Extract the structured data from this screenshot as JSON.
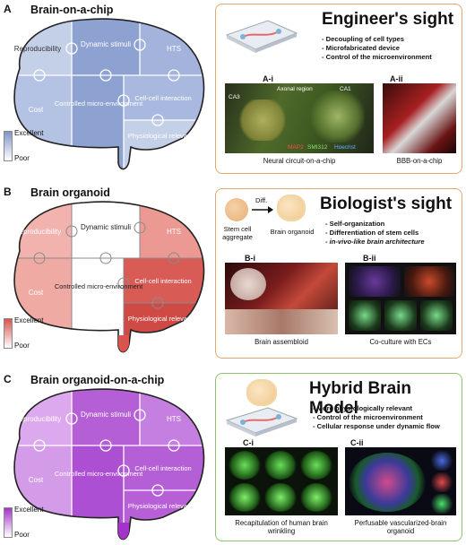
{
  "rows": [
    {
      "letter": "A",
      "title": "Brain-on-a-chip",
      "legend_top": "Excellent",
      "legend_bottom": "Poor",
      "pieces": {
        "reproducibility": "Reproducibility",
        "dynamic": "Dynamic stimuli",
        "hts": "HTS",
        "cost": "Cost",
        "controlled": "Controlled micro-environment",
        "cellcell": "Cell-cell interaction",
        "physio": "Physiological relevance"
      },
      "colors": {
        "accent": "#7f95c8",
        "reproducibility": "#c4cfe8",
        "dynamic": "#8ea2d2",
        "hts": "#a3b3dc",
        "cost": "#b4c2e3",
        "controlled": "#8ea2d2",
        "cellcell": "#a9b8de",
        "physio": "#c4cfe8",
        "base": "#d9e0f0"
      }
    },
    {
      "letter": "B",
      "title": "Brain organoid",
      "legend_top": "Excellent",
      "legend_bottom": "Poor",
      "pieces": {
        "reproducibility": "Reproducibility",
        "dynamic": "Dynamic stimuli",
        "hts": "HTS",
        "cost": "Cost",
        "controlled": "Controlled micro-environment",
        "cellcell": "Cell-cell interaction",
        "physio": "Physiological relevance"
      },
      "colors": {
        "accent": "#d9534f",
        "reproducibility": "#f2b3ae",
        "dynamic": "#ffffff",
        "hts": "#ec9893",
        "cost": "#f0aaa4",
        "controlled": "#ffffff",
        "cellcell": "#d95b56",
        "physio": "#cf4a45",
        "base": "#f6cbc7"
      }
    },
    {
      "letter": "C",
      "title": "Brain organoid-on-a-chip",
      "legend_top": "Excellent",
      "legend_bottom": "Poor",
      "pieces": {
        "reproducibility": "Reproducibility",
        "dynamic": "Dynamic stimuli",
        "hts": "HTS",
        "cost": "Cost",
        "controlled": "Controlled micro-environment",
        "cellcell": "Cell-cell interaction",
        "physio": "Physiological relevance"
      },
      "colors": {
        "accent": "#a434c9",
        "reproducibility": "#dca8ee",
        "dynamic": "#b45fd6",
        "hts": "#c47fe0",
        "cost": "#d49be9",
        "controlled": "#ad4fd2",
        "cellcell": "#b45fd6",
        "physio": "#b75fd7",
        "base": "#e6c0f2"
      }
    }
  ],
  "engineer": {
    "title": "Engineer's sight",
    "bullets": [
      "- Decoupling of cell types",
      "- Microfabricated device",
      "- Control of the microenvironment"
    ],
    "sub1_label": "A-i",
    "sub1_texts": {
      "axonal": "Axonal region",
      "ca3": "CA3",
      "ca1": "CA1",
      "map2": "MAP2",
      "smi": "SMI312",
      "hoechst": "Hoechst"
    },
    "sub1_caption": "Neural circuit-on-a-chip",
    "sub2_label": "A-ii",
    "sub2_caption": "BBB-on-a-chip",
    "border": "#e8a66a"
  },
  "biologist": {
    "title": "Biologist's sight",
    "stem_label": "Stem cell aggregate",
    "diff_label": "Diff.",
    "organoid_label": "Brain organoid",
    "bullets": [
      "- Self-organization",
      "- Differentiation of stem cells",
      "- in-vivo-like brain architecture"
    ],
    "sub1_label": "B-i",
    "sub1_caption": "Brain assembloid",
    "sub2_label": "B-ii",
    "sub2_caption": "Co-culture with ECs",
    "border": "#e8a66a"
  },
  "hybrid": {
    "title": "Hybrid Brain Model",
    "bullets": [
      "- More physiologically relevant",
      "- Control of the microenvironment",
      "- Cellular response under dynamic flow"
    ],
    "sub1_label": "C-i",
    "sub1_caption": "Recapitulation of human brain wrinkling",
    "sub2_label": "C-ii",
    "sub2_caption": "Perfusable vascularized-brain organoid",
    "border": "#8fc26a"
  }
}
